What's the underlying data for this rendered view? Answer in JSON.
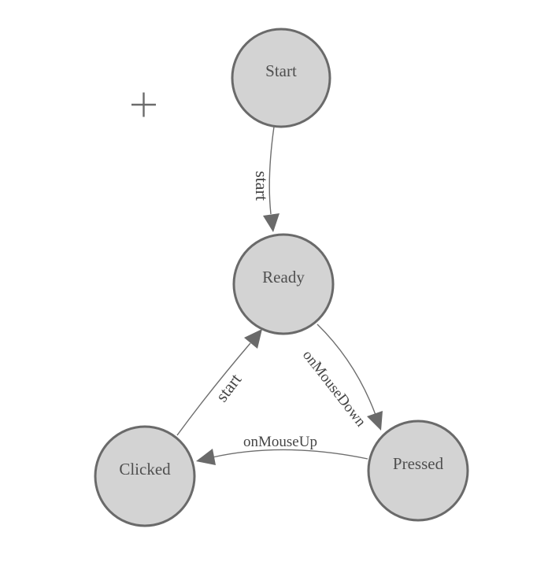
{
  "diagram": {
    "type": "state-machine",
    "colors": {
      "canvas_bg": "#ffffff",
      "node_fill": "#d3d3d3",
      "node_stroke": "#6a6a6a",
      "node_label_color": "#4f4f4f",
      "edge_stroke": "#6e6e6e",
      "arrowhead_fill": "#6a6a6a",
      "edge_label_color": "#454545",
      "cursor_color": "#6b6b6b"
    },
    "nodes": [
      {
        "id": "start",
        "label": "Start"
      },
      {
        "id": "ready",
        "label": "Ready"
      },
      {
        "id": "clicked",
        "label": "Clicked"
      },
      {
        "id": "pressed",
        "label": "Pressed"
      }
    ],
    "edges": [
      {
        "from": "start",
        "to": "ready",
        "label": "start"
      },
      {
        "from": "clicked",
        "to": "ready",
        "label": "start"
      },
      {
        "from": "ready",
        "to": "pressed",
        "label": "onMouseDown"
      },
      {
        "from": "pressed",
        "to": "clicked",
        "label": "onMouseUp"
      }
    ],
    "cursor": {
      "icon": "crosshair-plus"
    }
  }
}
